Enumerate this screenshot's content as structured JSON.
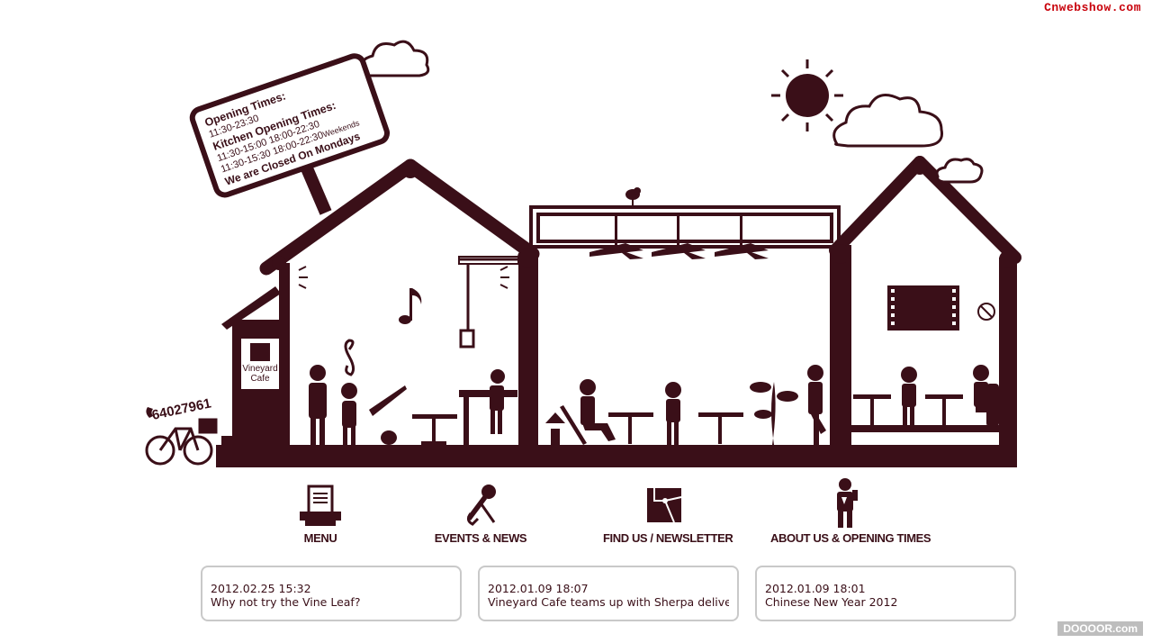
{
  "watermarks": {
    "top": "Cnwebshow.com",
    "bottom": "DOOOOR.com"
  },
  "sign": {
    "opening_label": "Opening Times:",
    "opening_hours": "11:30-23:30",
    "kitchen_label": "Kitchen Opening Times:",
    "kitchen_weekday": "11:30-15:00 18:00-22:30",
    "kitchen_weekend": "11:30-15:30 18:00-22:30",
    "kitchen_weekend_suffix": "Weekends",
    "closed_notice": "We are Closed On Mondays"
  },
  "phone": "64027961",
  "shop_sign": {
    "line1": "Vineyard",
    "line2": "Cafe"
  },
  "nav": [
    {
      "label": "MENU",
      "icon": "menu-icon"
    },
    {
      "label": "EVENTS & NEWS",
      "icon": "microphone-icon"
    },
    {
      "label": "FIND US / NEWSLETTER",
      "icon": "map-icon"
    },
    {
      "label": "ABOUT US & OPENING TIMES",
      "icon": "person-icon"
    }
  ],
  "news": [
    {
      "date": "2012.02.25 15:32",
      "title": "Why not try the Vine Leaf?"
    },
    {
      "date": "2012.01.09 18:07",
      "title": "Vineyard Cafe teams up with Sherpa delivery"
    },
    {
      "date": "2012.01.09 18:01",
      "title": "Chinese New Year 2012"
    }
  ],
  "colors": {
    "primary": "#3a0f18",
    "card_border": "#c9c9c9",
    "watermark": "#c8000a"
  }
}
